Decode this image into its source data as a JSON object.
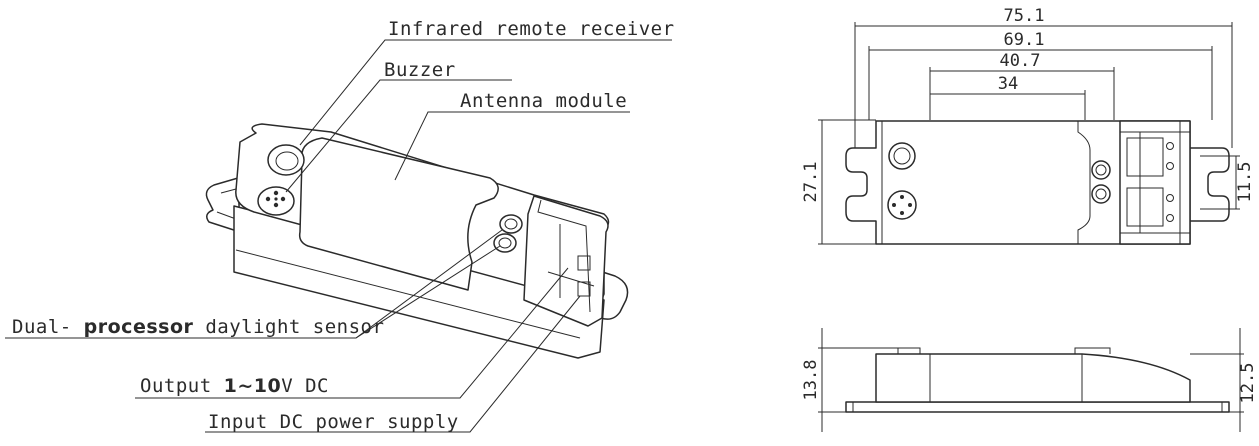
{
  "callouts": {
    "infrared": "Infrared remote receiver",
    "buzzer": "Buzzer",
    "antenna": "Antenna module",
    "daylight_pre": "Dual-",
    "daylight_bold": "processor",
    "daylight_post": "daylight sensor",
    "output_pre": "Output",
    "output_bold": "1~10",
    "output_post": "V DC",
    "input": "Input DC power supply"
  },
  "dimensions": {
    "overall_length": "75.1",
    "body_length": "69.1",
    "mount_length": "40.7",
    "hole_spacing": "34",
    "width": "27.1",
    "terminal_pitch": "11.5",
    "total_height": "13.8",
    "body_height": "12.5"
  }
}
